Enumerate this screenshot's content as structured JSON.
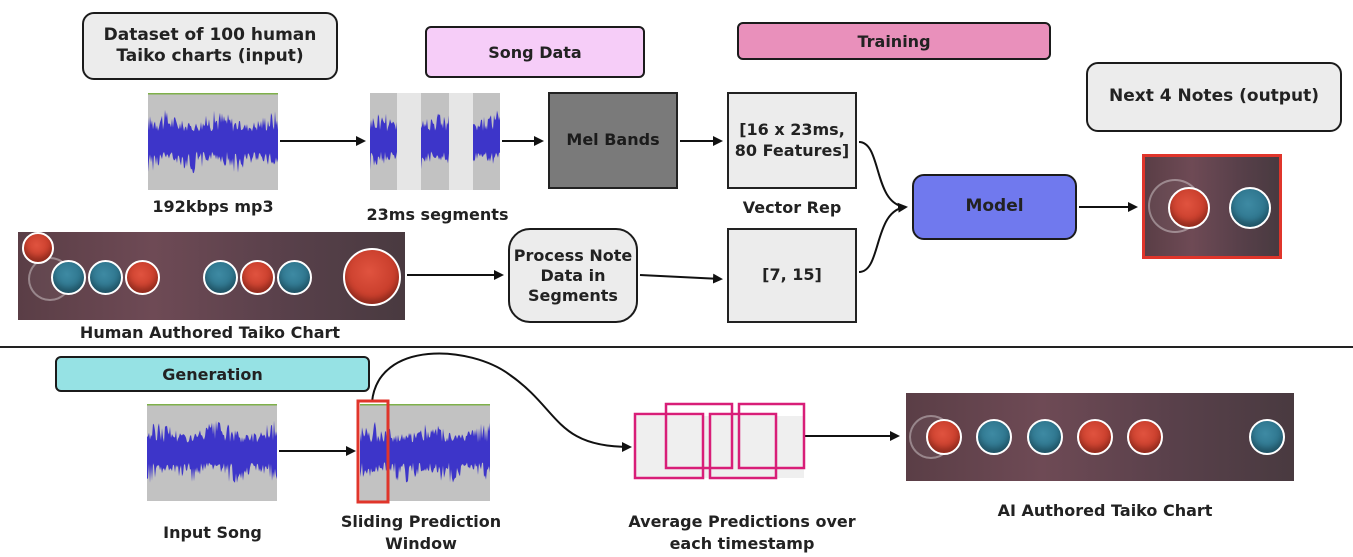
{
  "labels": {
    "dataset": "Dataset of 100 human Taiko charts (input)",
    "song_data": "Song Data",
    "training": "Training",
    "next_notes": "Next 4 Notes (output)",
    "mp3": "192kbps mp3",
    "segments": "23ms segments",
    "mel_bands": "Mel Bands",
    "vector_box": "[16 x 23ms, 80 Features]",
    "vector_rep": "Vector Rep",
    "model": "Model",
    "human_chart": "Human Authored Taiko Chart",
    "process_note": "Process Note Data in Segments",
    "note_vector": "[7, 15]",
    "generation": "Generation",
    "input_song": "Input Song",
    "sliding": "Sliding Prediction Window",
    "average": "Average Predictions over each timestamp",
    "ai_chart": "AI Authored Taiko Chart"
  },
  "colors": {
    "song_data_tag": "#f6cdf8",
    "training_tag": "#e990bb",
    "generation_tag": "#96e2e4",
    "model_box": "#7079ee",
    "mel_box": "#7a7a7a",
    "note_red": "#c9402d",
    "note_blue": "#2e7690",
    "highlight_red": "#e0352b",
    "average_pink": "#d81e78",
    "wave_blue": "#3d35c9",
    "wave_bg": "#c2c2c2"
  }
}
